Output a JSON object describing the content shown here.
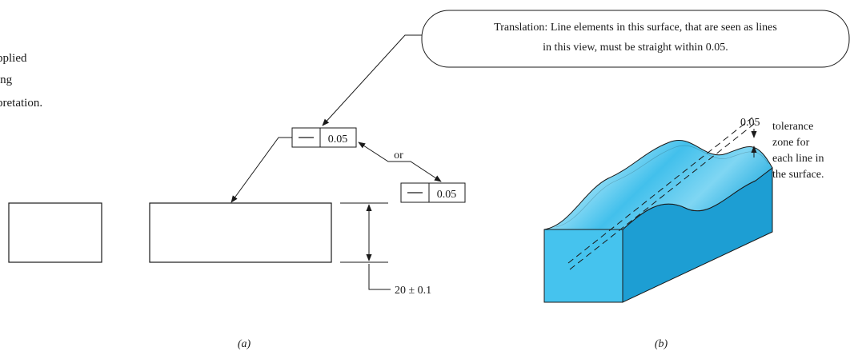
{
  "side_note": {
    "lines": [
      "pplied",
      "ing",
      "pretation."
    ]
  },
  "callout": {
    "line1": "Translation: Line elements in this surface, that are seen as lines",
    "line2": "in this view, must be straight within 0.05."
  },
  "fcf_top": {
    "symbol": "—",
    "value": "0.05"
  },
  "fcf_right": {
    "symbol": "—",
    "value": "0.05"
  },
  "or_label": "or",
  "dimension": {
    "text": "20 ± 0.1"
  },
  "zone_note": {
    "value": "0.05",
    "lines": [
      "tolerance",
      "zone for",
      "each line in",
      "the surface."
    ]
  },
  "captions": {
    "a": "(a)",
    "b": "(b)"
  },
  "colors": {
    "block_top": "#4fc7ee",
    "block_front": "#47c2ec",
    "block_side": "#1e9fd2",
    "ink": "#1a1a1a"
  }
}
